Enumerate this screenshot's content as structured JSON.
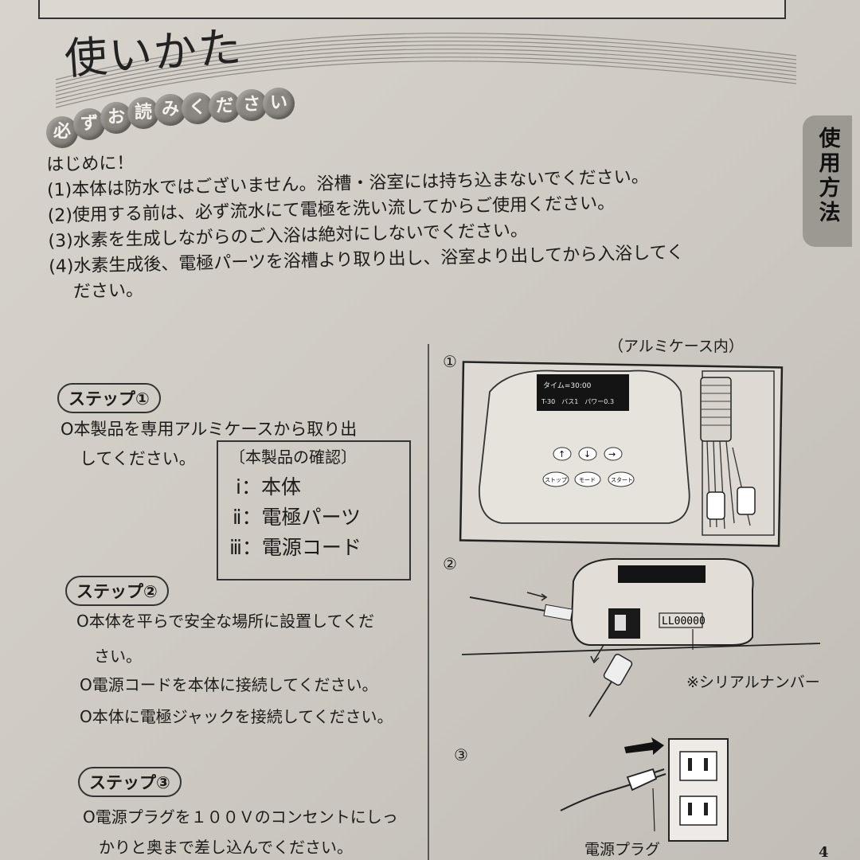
{
  "header": {
    "title": "使いかた",
    "readme_chars": [
      "必",
      "ず",
      "お",
      "読",
      "み",
      "く",
      "だ",
      "さ",
      "い"
    ],
    "side_tab": "使用方法"
  },
  "intro": {
    "heading": "はじめに！",
    "items": [
      "(1)本体は防水ではございません。浴槽・浴室には持ち込まないでください。",
      "(2)使用する前は、必ず流水にて電極を洗い流してからご使用ください。",
      "(3)水素を生成しながらのご入浴は絶対にしないでください。",
      "(4)水素生成後、電極パーツを浴槽より取り出し、浴室より出してから入浴してく"
    ],
    "item4_cont": "ださい。"
  },
  "step1": {
    "label": "ステップ①",
    "line1": "O本製品を専用アルミケースから取り出",
    "line2": "してください。",
    "check_title": "〔本製品の確認〕",
    "check_items": [
      "ⅰ：本体",
      "ⅱ：電極パーツ",
      "ⅲ：電源コード"
    ]
  },
  "step2": {
    "label": "ステップ②",
    "lines": [
      "O本体を平らで安全な場所に設置してくだ",
      "さい。",
      "O電源コードを本体に接続してください。",
      "O本体に電極ジャックを接続してください。"
    ]
  },
  "step3": {
    "label": "ステップ③",
    "lines": [
      "O電源プラグを１００Ｖのコンセントにしっ",
      "かりと奥まで差し込んでください。"
    ]
  },
  "figures": {
    "fig1_caption": "（アルミケース内）",
    "fig1_num": "①",
    "fig1_display_line1": "タイム=30:00",
    "fig1_display_line2": "T-30　バス1　パワー0.3",
    "fig1_buttons": [
      "ストップ",
      "モード",
      "スタート"
    ],
    "fig2_num": "②",
    "fig2_serial_value": "LL00000",
    "fig2_serial_label": "※シリアルナンバー",
    "fig3_num": "③",
    "fig3_plug_label": "電源プラグ"
  },
  "page_number": "4"
}
